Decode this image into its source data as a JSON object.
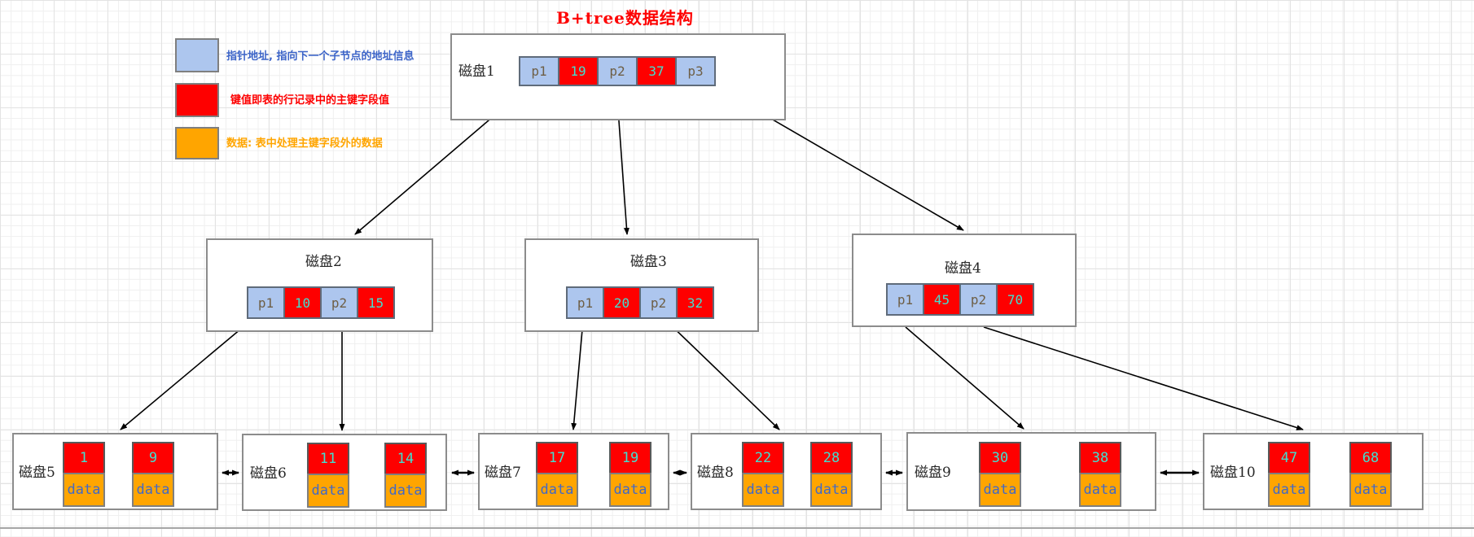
{
  "title": "B+tree数据结构",
  "colors": {
    "pointer_fill": "#adc6ee",
    "key_fill": "#fe0000",
    "data_fill": "#ffa500",
    "key_text": "#40e0d0",
    "data_text": "#4169c8",
    "title_text": "#fe0000",
    "box_border": "#8c8c8c"
  },
  "legend": {
    "items": [
      {
        "name": "pointer",
        "swatch": "#adc6ee",
        "text_color": "#3c64c8",
        "label": "指针地址, 指向下一个子节点的地址信息"
      },
      {
        "name": "key",
        "swatch": "#fe0000",
        "text_color": "#fe0000",
        "label": "键值即表的行记录中的主键字段值"
      },
      {
        "name": "data",
        "swatch": "#ffa500",
        "text_color": "#ffa500",
        "label": "数据: 表中处理主键字段外的数据"
      }
    ]
  },
  "nodes": {
    "disk1": {
      "label": "磁盘1",
      "cells": [
        {
          "type": "pointer",
          "v": "p1"
        },
        {
          "type": "key",
          "v": "19"
        },
        {
          "type": "pointer",
          "v": "p2"
        },
        {
          "type": "key",
          "v": "37"
        },
        {
          "type": "pointer",
          "v": "p3"
        }
      ]
    },
    "disk2": {
      "label": "磁盘2",
      "cells": [
        {
          "type": "pointer",
          "v": "p1"
        },
        {
          "type": "key",
          "v": "10"
        },
        {
          "type": "pointer",
          "v": "p2"
        },
        {
          "type": "key",
          "v": "15"
        }
      ]
    },
    "disk3": {
      "label": "磁盘3",
      "cells": [
        {
          "type": "pointer",
          "v": "p1"
        },
        {
          "type": "key",
          "v": "20"
        },
        {
          "type": "pointer",
          "v": "p2"
        },
        {
          "type": "key",
          "v": "32"
        }
      ]
    },
    "disk4": {
      "label": "磁盘4",
      "cells": [
        {
          "type": "pointer",
          "v": "p1"
        },
        {
          "type": "key",
          "v": "45"
        },
        {
          "type": "pointer",
          "v": "p2"
        },
        {
          "type": "key",
          "v": "70"
        }
      ]
    }
  },
  "leaves": [
    {
      "label": "磁盘5",
      "entries": [
        {
          "key": "1",
          "data": "data"
        },
        {
          "key": "9",
          "data": "data"
        }
      ]
    },
    {
      "label": "磁盘6",
      "entries": [
        {
          "key": "11",
          "data": "data"
        },
        {
          "key": "14",
          "data": "data"
        }
      ]
    },
    {
      "label": "磁盘7",
      "entries": [
        {
          "key": "17",
          "data": "data"
        },
        {
          "key": "19",
          "data": "data"
        }
      ]
    },
    {
      "label": "磁盘8",
      "entries": [
        {
          "key": "22",
          "data": "data"
        },
        {
          "key": "28",
          "data": "data"
        }
      ]
    },
    {
      "label": "磁盘9",
      "entries": [
        {
          "key": "30",
          "data": "data"
        },
        {
          "key": "38",
          "data": "data"
        }
      ]
    },
    {
      "label": "磁盘10",
      "entries": [
        {
          "key": "47",
          "data": "data"
        },
        {
          "key": "68",
          "data": "data"
        }
      ]
    }
  ]
}
